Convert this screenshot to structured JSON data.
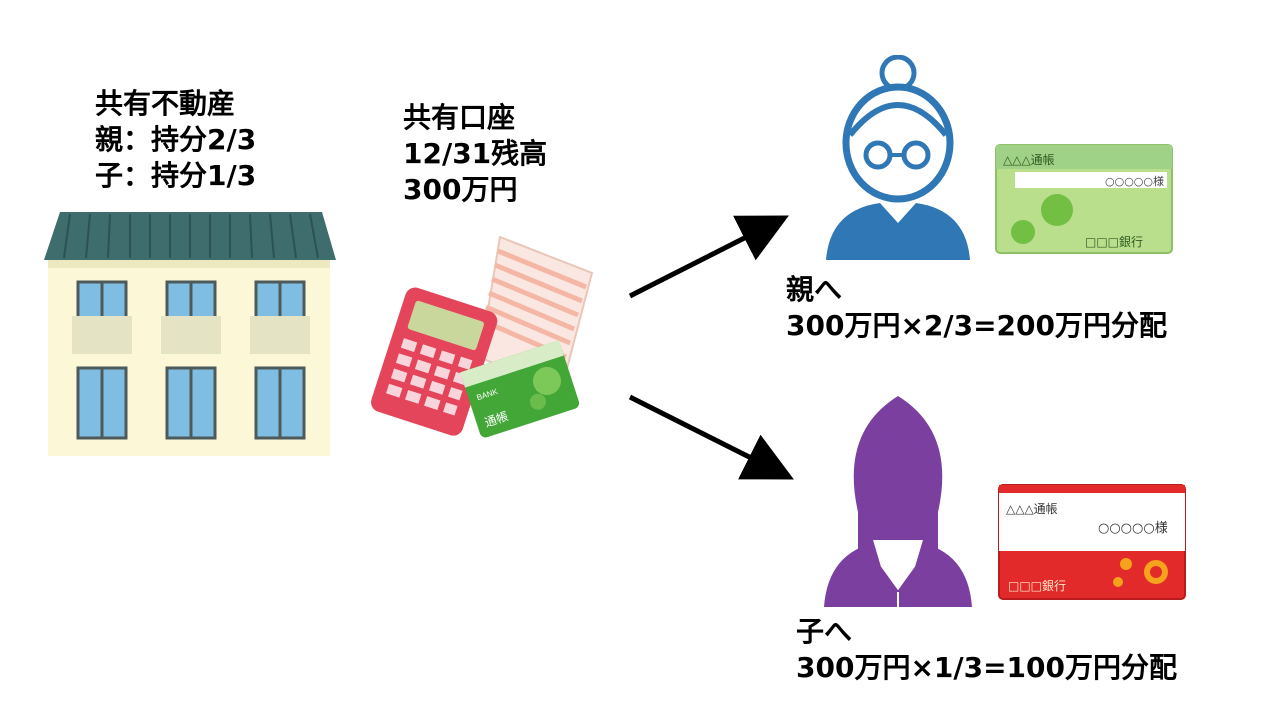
{
  "property": {
    "lines": [
      "共有不動産",
      "親：持分2/3",
      "子：持分1/3"
    ]
  },
  "account": {
    "lines": [
      "共有口座",
      "12/31残高",
      "300万円"
    ]
  },
  "parent": {
    "lines": [
      "親へ",
      "300万円×2/3=200万円分配"
    ],
    "passbook": {
      "title": "△△△通帳",
      "holder": "○○○○○様",
      "bank": "□□□銀行"
    }
  },
  "child": {
    "lines": [
      "子へ",
      "300万円×1/3=100万円分配"
    ],
    "passbook": {
      "title": "△△△通帳",
      "holder": "○○○○○様",
      "bank": "□□□銀行"
    }
  },
  "bank_book": {
    "brand": "BANK",
    "title": "通帳"
  },
  "colors": {
    "parent_icon": "#2f78b5",
    "child_icon": "#7b3fa0",
    "green_passbook": "#b9df8d",
    "red_passbook": "#e32a2a",
    "building_wall": "#fbf7d7",
    "building_roof": "#3f6c6c"
  }
}
